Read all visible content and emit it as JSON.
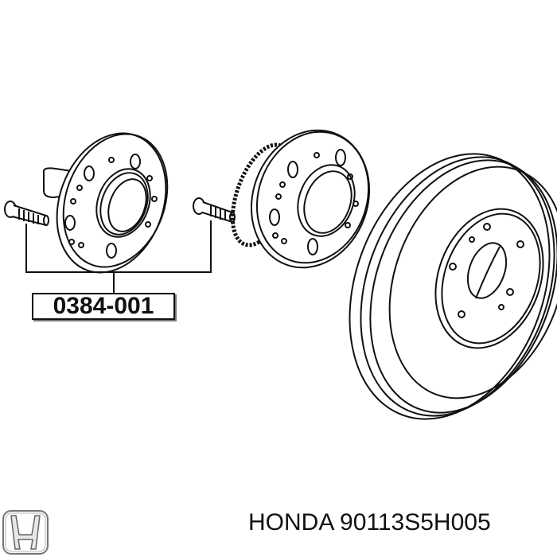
{
  "diagram": {
    "part_number_label": "0384-001",
    "components": [
      {
        "name": "wheel-bolt-left"
      },
      {
        "name": "hub-flange"
      },
      {
        "name": "wheel-bolt-right"
      },
      {
        "name": "hub-bearing-with-abs-ring"
      },
      {
        "name": "brake-drum"
      }
    ]
  },
  "footer": {
    "brand": "HONDA",
    "part_number": "90113S5H005",
    "brand_text": "HONDA 90113S5H005",
    "logo_icon": "honda-h-logo-icon"
  },
  "colors": {
    "line": "#111111",
    "background": "#ffffff"
  }
}
